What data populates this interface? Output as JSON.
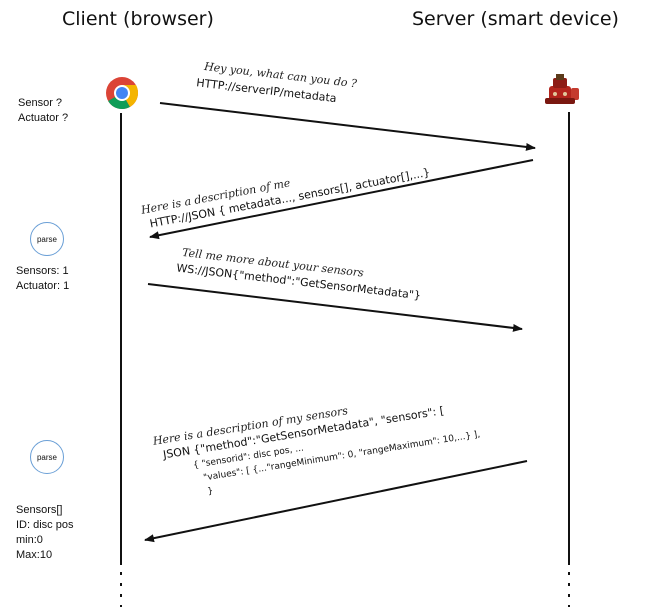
{
  "headers": {
    "client": "Client (browser)",
    "server": "Server (smart device)"
  },
  "client_notes": {
    "first": [
      "Sensor ?",
      "Actuator ?"
    ],
    "second": [
      "Sensors: 1",
      "Actuator: 1"
    ],
    "third": [
      "Sensors[]",
      "ID: disc pos",
      "min:0",
      "Max:10"
    ]
  },
  "parse_label": "parse",
  "messages": [
    {
      "hand": "Hey you, what can you do ?",
      "tech": "HTTP://serverIP/metadata"
    },
    {
      "hand": "Here is a description of me",
      "tech": "HTTP://JSON { metadata..., sensors[], actuator[],...}"
    },
    {
      "hand": "Tell me more about your sensors",
      "tech": "WS://JSON{\"method\":\"GetSensorMetadata\"}"
    },
    {
      "hand": "Here is a description of my sensors",
      "tech": "JSON {\"method\":\"GetSensorMetadata\", \"sensors\": [",
      "sub": [
        "{ \"sensorid\": disc pos, ...",
        "\"values\": [ {...\"rangeMinimum\": 0, \"rangeMaximum\": 10,...} ],",
        "}"
      ]
    }
  ],
  "icons": {
    "client": "chrome-logo-icon",
    "server": "robot-device-icon"
  }
}
